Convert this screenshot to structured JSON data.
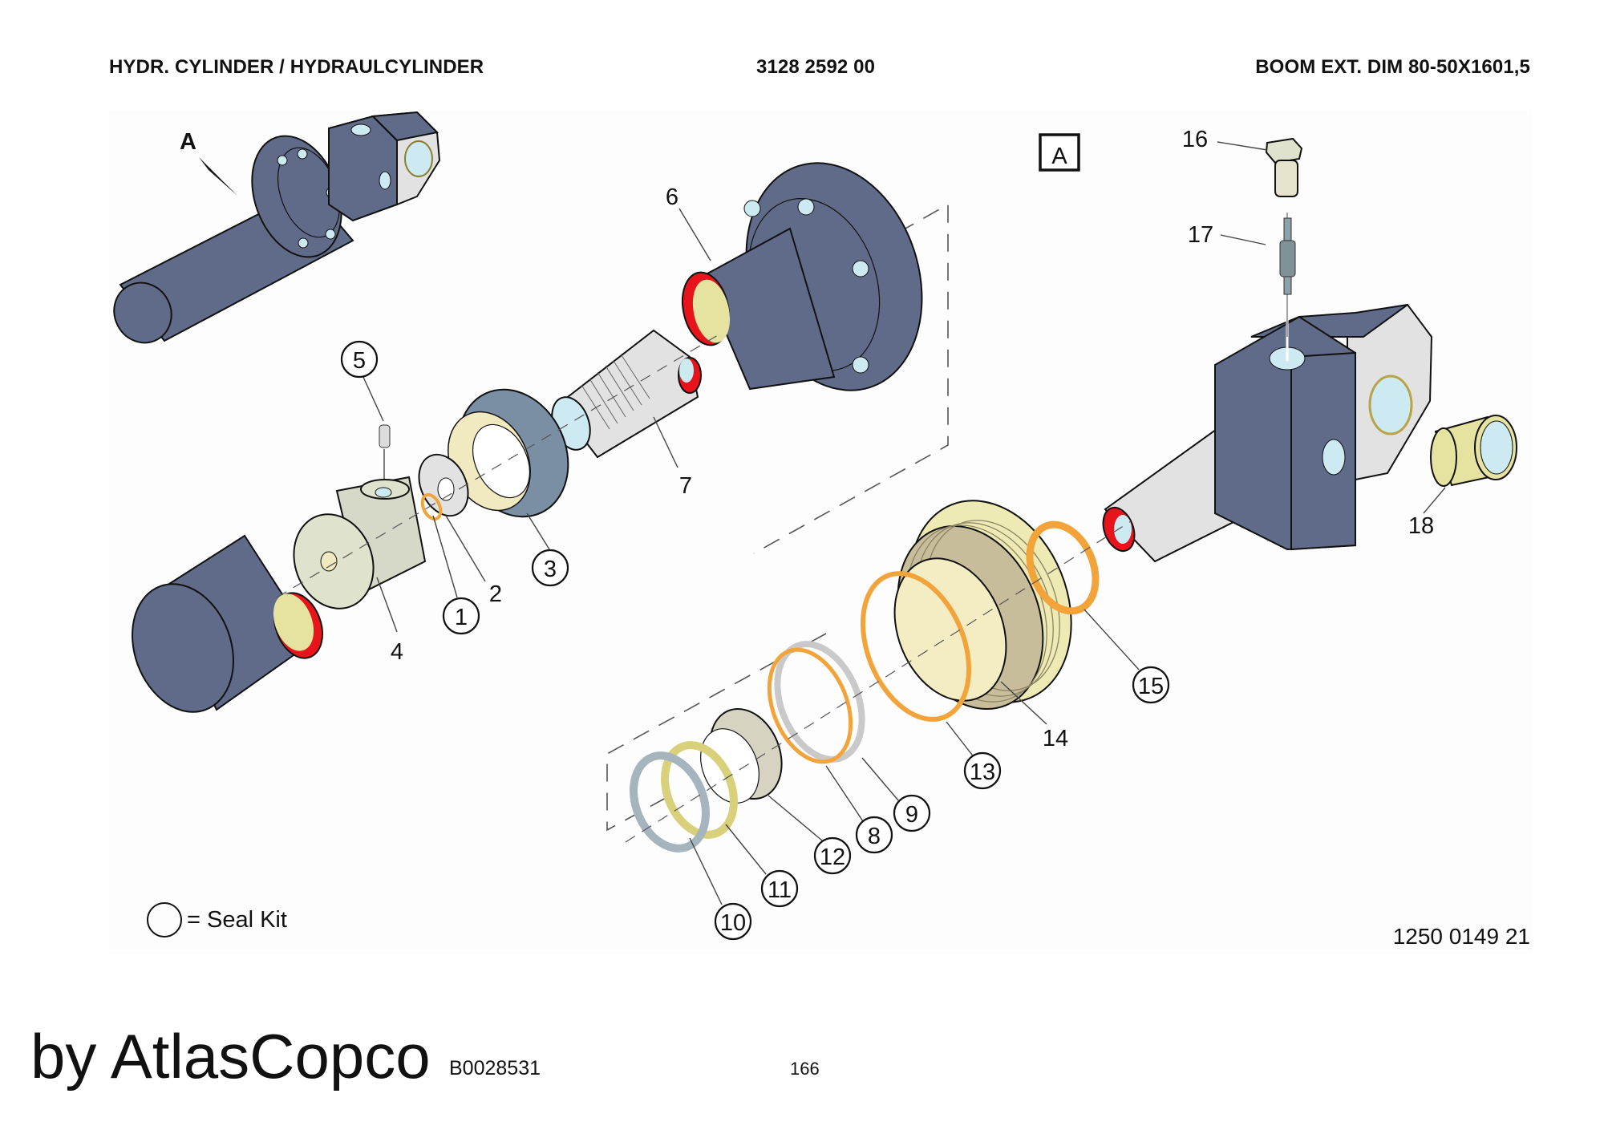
{
  "header": {
    "title": "HYDR. CYLINDER / HYDRAULCYLINDER",
    "part_number": "3128 2592 00",
    "description": "BOOM EXT. DIM 80-50X1601,5"
  },
  "diagram": {
    "detail_marker": "A",
    "detail_box_label": "A",
    "parts": [
      {
        "item": "1",
        "seal_kit": true
      },
      {
        "item": "2",
        "seal_kit": false
      },
      {
        "item": "3",
        "seal_kit": true
      },
      {
        "item": "4",
        "seal_kit": false
      },
      {
        "item": "5",
        "seal_kit": true
      },
      {
        "item": "6",
        "seal_kit": false
      },
      {
        "item": "7",
        "seal_kit": false
      },
      {
        "item": "8",
        "seal_kit": true
      },
      {
        "item": "9",
        "seal_kit": true
      },
      {
        "item": "10",
        "seal_kit": true
      },
      {
        "item": "11",
        "seal_kit": true
      },
      {
        "item": "12",
        "seal_kit": true
      },
      {
        "item": "13",
        "seal_kit": true
      },
      {
        "item": "14",
        "seal_kit": false
      },
      {
        "item": "15",
        "seal_kit": true
      },
      {
        "item": "16",
        "seal_kit": false
      },
      {
        "item": "17",
        "seal_kit": false
      },
      {
        "item": "18",
        "seal_kit": false
      }
    ],
    "colors": {
      "body": "#5f6b88",
      "seal_red": "#e8141b",
      "bushing_yellow": "#e6e3a0",
      "ring_orange": "#f2a43a",
      "hole_blue": "#cde9f2",
      "steel_grey": "#e2e2e2"
    }
  },
  "legend": {
    "seal_kit_label": "= Seal Kit"
  },
  "footer": {
    "reference_number": "1250 0149 21",
    "page_number": "166",
    "document_id": "B0028531",
    "watermark": "by AtlasCopco"
  }
}
